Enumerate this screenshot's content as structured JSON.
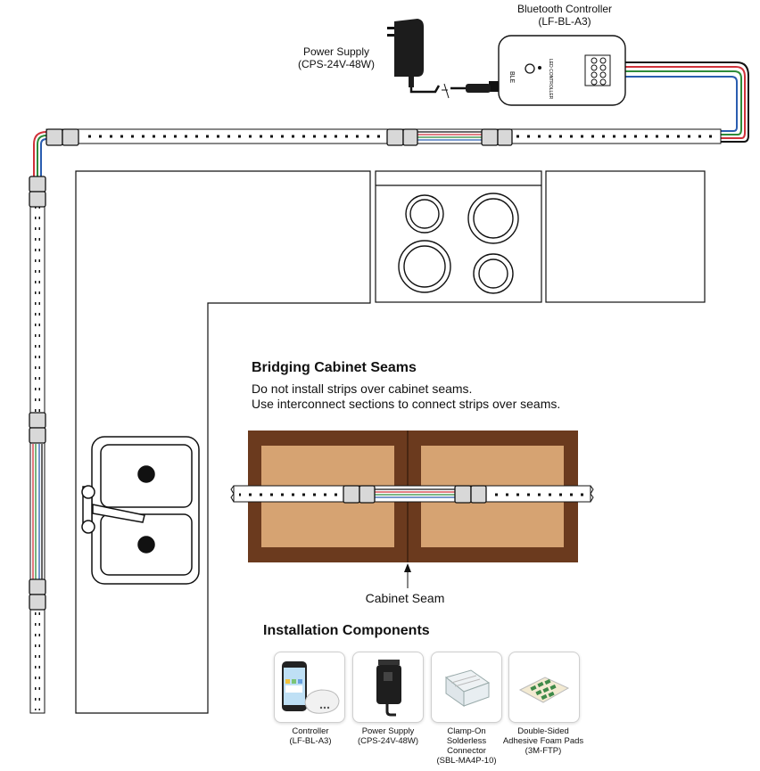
{
  "labels": {
    "controller_title": "Bluetooth Controller",
    "controller_model": "(LF-BL-A3)",
    "power_title": "Power Supply",
    "power_model": "(CPS-24V-48W)",
    "seam_label": "Cabinet Seam"
  },
  "bridging": {
    "heading": "Bridging Cabinet Seams",
    "line1": "Do not install strips over cabinet seams.",
    "line2": "Use interconnect sections to connect strips over seams."
  },
  "components": {
    "heading": "Installation Components",
    "items": [
      {
        "name": "Controller",
        "model": "(LF-BL-A3)",
        "icon": "controller-phone-icon"
      },
      {
        "name": "Power Supply",
        "model": "(CPS-24V-48W)",
        "icon": "power-adapter-icon"
      },
      {
        "name": "Clamp-On Solderless Connector",
        "model": "(SBL-MA4P-10)",
        "icon": "connector-icon"
      },
      {
        "name": "Double-Sided Adhesive Foam Pads",
        "model": "(3M-FTP)",
        "icon": "foam-pad-icon"
      }
    ]
  },
  "colors": {
    "wire_green": "#2e8b3a",
    "wire_red": "#d0313a",
    "wire_blue": "#2a5db0",
    "wood": "#d6a372",
    "wood_dark": "#6b3a1e"
  }
}
